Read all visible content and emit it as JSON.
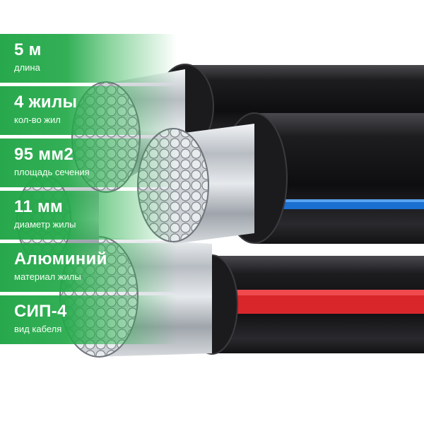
{
  "specs": [
    {
      "value": "5 м",
      "caption": "длина"
    },
    {
      "value": "4 жилы",
      "caption": "кол-во жил"
    },
    {
      "value": "95 мм2",
      "caption": "площадь сечения"
    },
    {
      "value": "11 мм",
      "caption": "диаметр жилы"
    },
    {
      "value": "Алюминий",
      "caption": "материал жилы"
    },
    {
      "value": "СИП-4",
      "caption": "вид кабеля"
    }
  ],
  "colors": {
    "badge_green": "#21a547",
    "insulation_black": "#1c1c1e",
    "stripe_blue": "#1a6fd0",
    "stripe_red": "#d8262b",
    "aluminum": "#c8ccd0"
  }
}
